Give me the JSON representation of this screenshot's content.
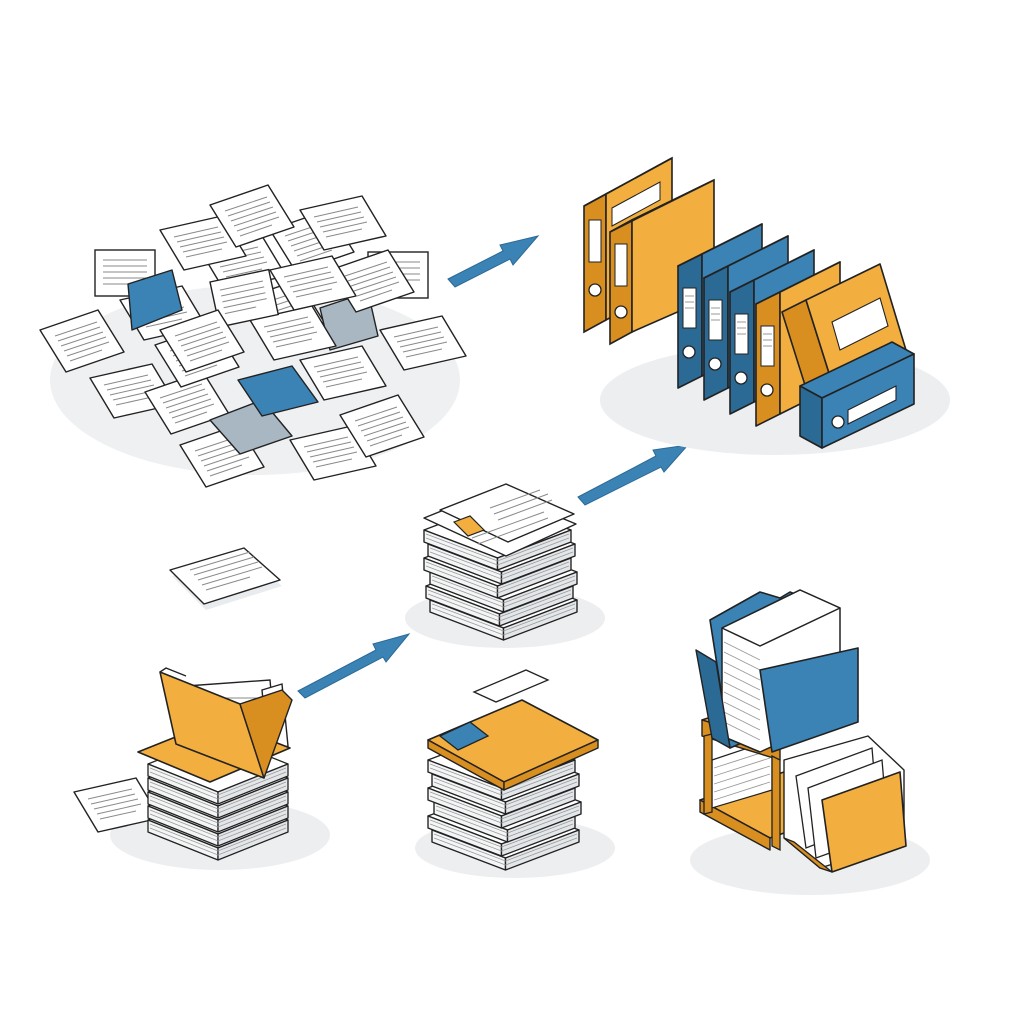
{
  "illustration": {
    "style": "isometric line illustration",
    "palette": {
      "outline": "#222222",
      "paper": "#ffffff",
      "paper_shade": "#e4e7ea",
      "text_line": "#7d7d7d",
      "accent_blue": "#3b83b4",
      "accent_blue_dark": "#2c6a96",
      "accent_orange": "#f2ae3e",
      "accent_orange_dark": "#d98f20",
      "grey_sheet": "#a9b7c3",
      "shadow": "#dfe2e5",
      "arrow": "#3b83b4"
    },
    "stages": [
      {
        "id": "scattered-papers",
        "icon": "paper-pile-icon"
      },
      {
        "id": "loose-sheet",
        "icon": "document-icon"
      },
      {
        "id": "folder-on-stack",
        "icon": "folder-stack-icon"
      },
      {
        "id": "neat-document-stack",
        "icon": "document-stack-icon"
      },
      {
        "id": "filed-folder-stack",
        "icon": "folder-icon"
      },
      {
        "id": "desk-organizer",
        "icon": "organizer-icon"
      },
      {
        "id": "binder-row",
        "icon": "binder-icon"
      }
    ],
    "arrows": [
      {
        "from": "folder-on-stack",
        "to": "neat-document-stack",
        "icon": "arrow-icon"
      },
      {
        "from": "neat-document-stack",
        "to": "binder-row",
        "icon": "arrow-icon"
      },
      {
        "from": "scattered-papers",
        "to": "binder-row",
        "icon": "arrow-icon"
      }
    ]
  }
}
